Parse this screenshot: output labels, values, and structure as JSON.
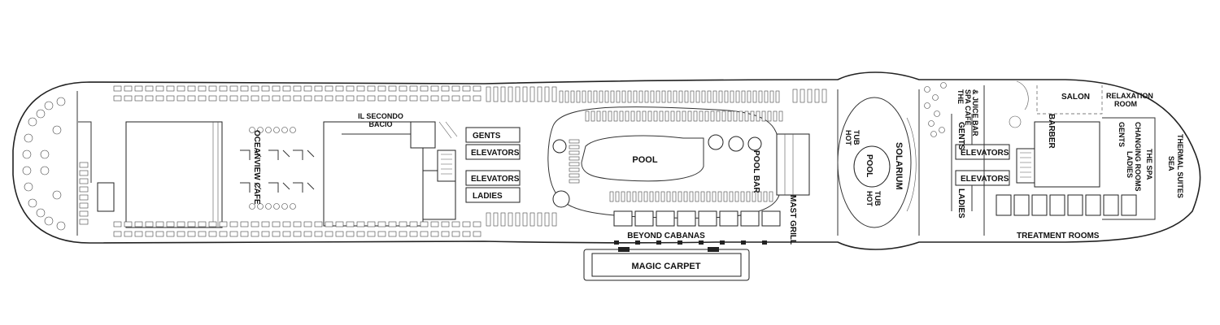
{
  "labels": {
    "il_secondo_bacio_line1": "IL SECONDO",
    "il_secondo_bacio_line2": "BACIO",
    "oceanview_cafe": "OCEANVIEW CAFE",
    "gents_fwd": "GENTS",
    "elevators_fwd_1": "ELEVATORS",
    "elevators_fwd_2": "ELEVATORS",
    "ladies_fwd": "LADIES",
    "pool": "POOL",
    "pool_bar": "POOL BAR",
    "mast_grill": "MAST GRILL",
    "beyond_cabanas": "BEYOND CABANAS",
    "magic_carpet": "MAGIC CARPET",
    "hot_tub_1_line1": "HOT",
    "hot_tub_1_line2": "TUB",
    "hot_tub_2_line1": "HOT",
    "hot_tub_2_line2": "TUB",
    "solarium_pool": "POOL",
    "solarium": "SOLARIUM",
    "spa_cafe_line1": "THE",
    "spa_cafe_line2": "SPA CAFÉ",
    "spa_cafe_line3": "& JUICE BAR",
    "gents_aft": "GENTS",
    "elevators_aft_1": "ELEVATORS",
    "elevators_aft_2": "ELEVATORS",
    "ladies_aft": "LADIES",
    "salon": "SALON",
    "relaxation_line1": "RELAXATION",
    "relaxation_line2": "ROOM",
    "barber": "BARBER",
    "changing_line1": "GENTS",
    "changing_line2": "LADIES",
    "changing_line3": "CHANGING ROOMS",
    "the_spa": "THE SPA",
    "sea_line1": "SEA",
    "sea_line2": "THERMAL SUITES",
    "treatment_rooms": "TREATMENT ROOMS"
  }
}
